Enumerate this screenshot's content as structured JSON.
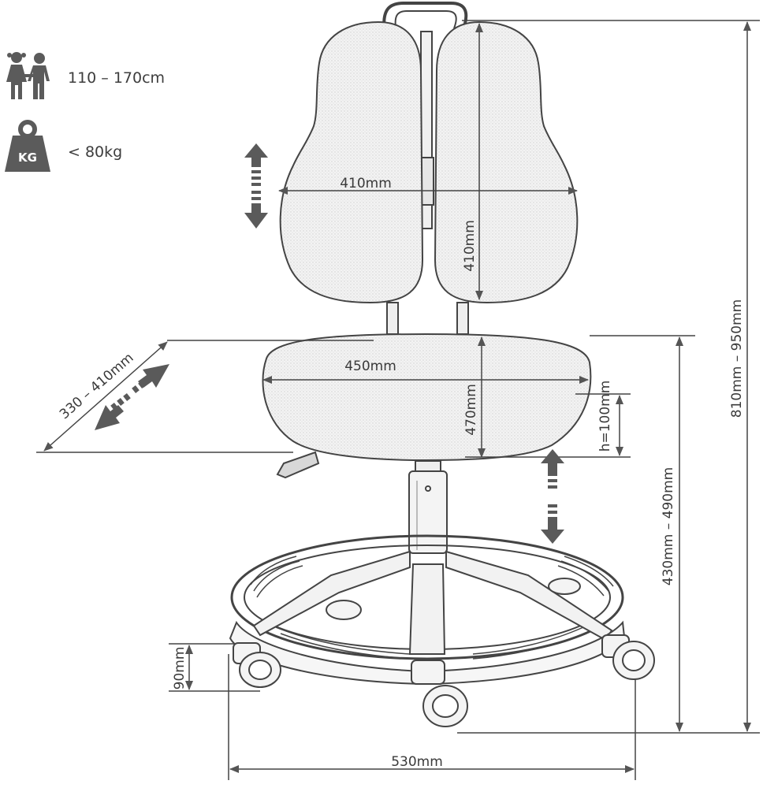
{
  "specs": {
    "height_range": "110 – 170cm",
    "weight_limit": "< 80kg",
    "weight_badge": "KG",
    "height_icon": "children-icon",
    "weight_icon": "weight-kg-icon"
  },
  "dimensions": {
    "backrest_width": "410mm",
    "backrest_height": "410mm",
    "seat_width": "450mm",
    "seat_height": "470mm",
    "seat_depth": "330 – 410mm",
    "seat_lift": "h=100mm",
    "seat_from_floor": "430mm – 490mm",
    "total_height": "810mm – 950mm",
    "wheel_height": "90mm",
    "base_width": "530mm"
  },
  "colors": {
    "arrow": "#555555",
    "line": "#444444",
    "fabric": "#f4f4f4"
  }
}
